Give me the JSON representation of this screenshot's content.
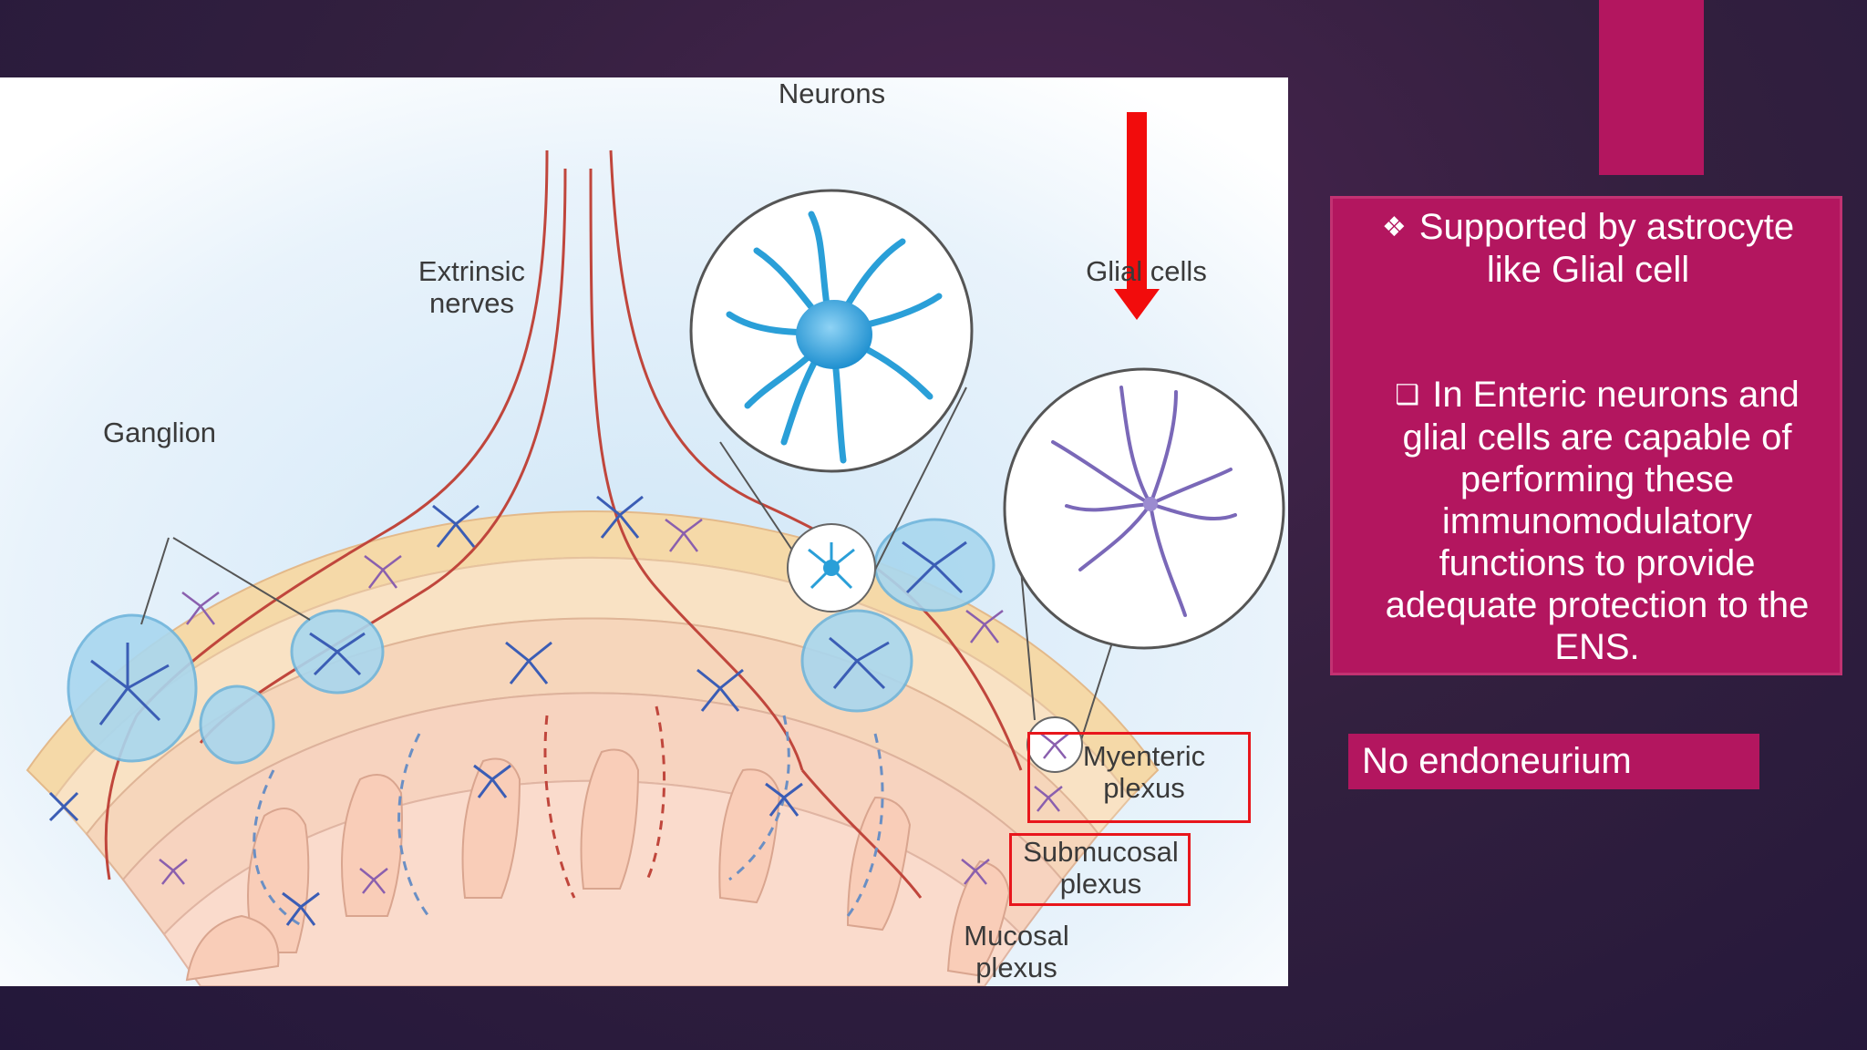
{
  "figure": {
    "labels": {
      "neurons": "Neurons",
      "extrinsic_nerves": "Extrinsic\nnerves",
      "glial_cells": "Glial cells",
      "ganglion": "Ganglion",
      "myenteric_plexus": "Myenteric\nplexus",
      "submucosal_plexus": "Submucosal\nplexus",
      "mucosal_plexus": "Mucosal\nplexus"
    },
    "colors": {
      "highlight_arrow": "#f20c0c",
      "highlight_box": "#e8161c",
      "neuron": "#2a9fd8",
      "glial": "#7a68b8",
      "nerve_fiber": "#c0463c",
      "tissue": "#f6d2b8"
    }
  },
  "info_box": {
    "bullet1_glyph": "❖",
    "bullet1_text": "Supported by astrocyte like Glial cell",
    "bullet2_glyph": "❑",
    "bullet2_text": "In Enteric neurons and glial cells are capable of performing these immunomodulatory functions to provide adequate protection to the ENS."
  },
  "note": {
    "text": "No endoneurium"
  },
  "theme": {
    "accent": "#b3165f",
    "background": "#2f1d3d"
  }
}
